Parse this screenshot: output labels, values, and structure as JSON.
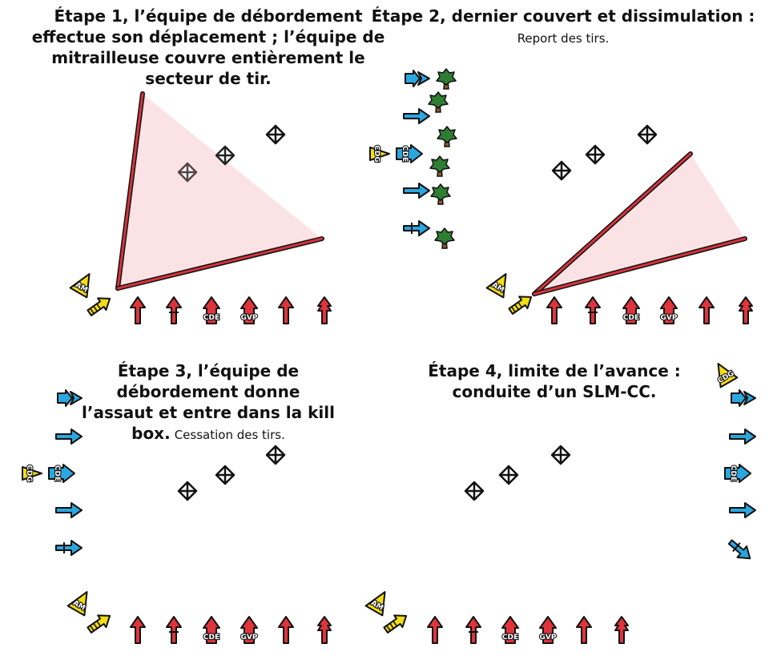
{
  "panels": [
    {
      "id": "step1",
      "title_lines": [
        "Étape 1, l’équipe de débordement",
        "effectue son déplacement ; l’équipe de",
        "mitrailleuse couvre entièrement le",
        "secteur de tir."
      ],
      "subtitle": ""
    },
    {
      "id": "step2",
      "title_lines": [
        "Étape 2, dernier couvert et dissimulation :"
      ],
      "subtitle": "Report des tirs."
    },
    {
      "id": "step3",
      "title_lines": [
        "Étape 3, l’équipe de",
        "débordement donne",
        "l’assaut et entre dans la kill"
      ],
      "last_line_bold": "box.",
      "last_line_normal": "Cessation des tirs."
    },
    {
      "id": "step4",
      "title_lines": [
        "Étape 4, limite de l’avance :",
        "conduite d’un SLM-CC."
      ],
      "subtitle": ""
    }
  ],
  "unit_labels": {
    "squad_leader": "CDG",
    "team_leader": "CDE",
    "mg_team_leader": "GVP",
    "machine_gun": "AM"
  },
  "colors": {
    "friendly_red": "#e0343c",
    "flank_blue": "#2aa7df",
    "support_yellow": "#f4dd12",
    "sector_fill": "#fbe3e5",
    "sector_line": "#d4343c",
    "tree_green": "#2e7d32",
    "tree_trunk": "#8b5a2b",
    "outline": "#111111"
  },
  "icons": [
    "target-crosshair-icon",
    "tree-icon",
    "up-arrow-icon",
    "right-arrow-icon",
    "leader-chevron-icon"
  ]
}
